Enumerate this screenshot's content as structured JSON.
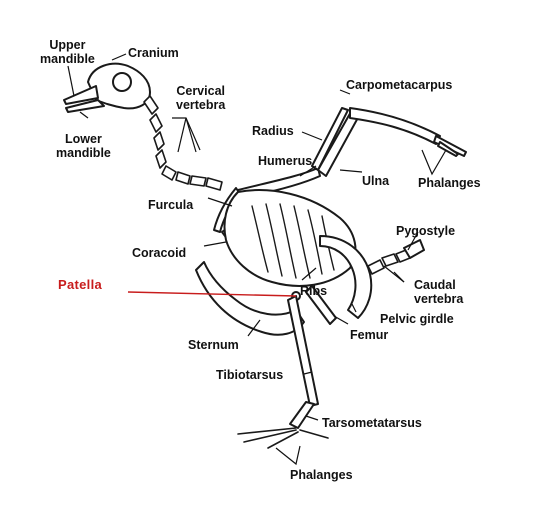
{
  "diagram": {
    "labels": {
      "upper_mandible": "Upper\nmandible",
      "cranium": "Cranium",
      "cervical_vertebra": "Cervical\nvertebra",
      "carpometacarpus": "Carpometacarpus",
      "lower_mandible": "Lower\nmandible",
      "radius": "Radius",
      "humerus": "Humerus",
      "ulna": "Ulna",
      "phalanges_wing": "Phalanges",
      "furcula": "Furcula",
      "pygostyle": "Pygostyle",
      "coracoid": "Coracoid",
      "patella": "Patella",
      "caudal_vertebra": "Caudal\nvertebra",
      "ribs": "Ribs",
      "pelvic_girdle": "Pelvic girdle",
      "sternum": "Sternum",
      "femur": "Femur",
      "tibiotarsus": "Tibiotarsus",
      "tarsometatarsus": "Tarsometatarsus",
      "phalanges_foot": "Phalanges"
    },
    "colors": {
      "label_text": "#111111",
      "highlight": "#c81c1c",
      "bone_outline": "#1a1a1a",
      "bone_fill": "#ffffff"
    }
  }
}
